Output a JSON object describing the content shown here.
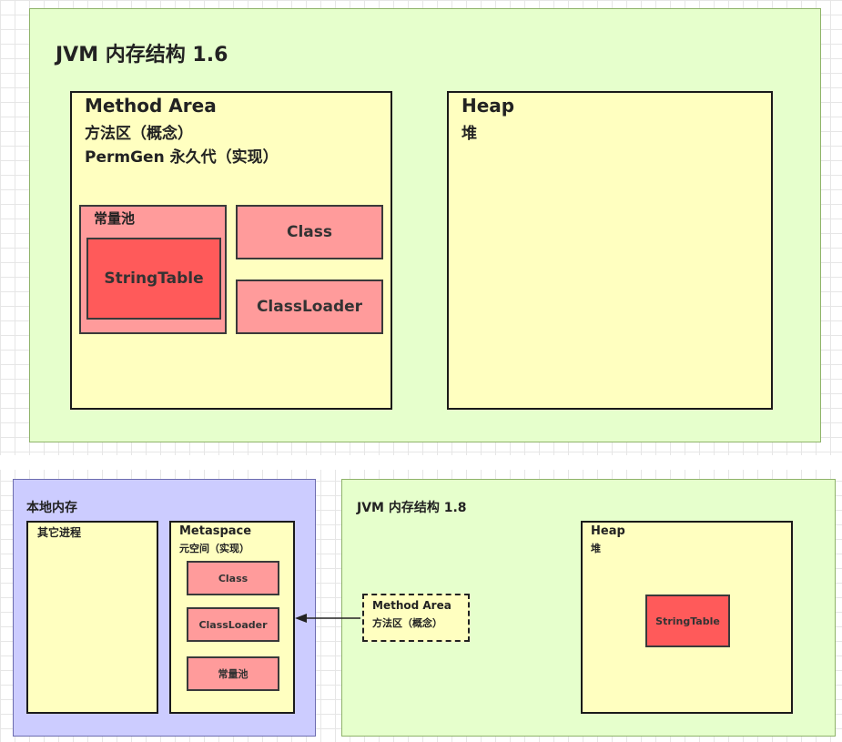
{
  "jvm16": {
    "title": "JVM 内存结构 1.6",
    "method_area": {
      "title": "Method Area",
      "subtitle1": "方法区（概念）",
      "subtitle2": "PermGen 永久代（实现）",
      "constant_pool": {
        "label": "常量池",
        "string_table": "StringTable"
      },
      "class_label": "Class",
      "classloader_label": "ClassLoader"
    },
    "heap": {
      "title": "Heap",
      "subtitle": "堆"
    }
  },
  "native_memory": {
    "title": "本地内存",
    "other_processes": "其它进程",
    "metaspace": {
      "title": "Metaspace",
      "subtitle": "元空间（实现）",
      "items": [
        "Class",
        "ClassLoader",
        "常量池"
      ]
    }
  },
  "jvm18": {
    "title": "JVM 内存结构 1.8",
    "method_area": {
      "title": "Method Area",
      "subtitle": "方法区（概念）"
    },
    "heap": {
      "title": "Heap",
      "subtitle": "堆",
      "string_table": "StringTable"
    }
  },
  "colors": {
    "green": "#e6ffcc",
    "yellow": "#ffffc0",
    "pink": "#ff9b9b",
    "red": "#ff5a5a",
    "purple": "#ccccff"
  }
}
